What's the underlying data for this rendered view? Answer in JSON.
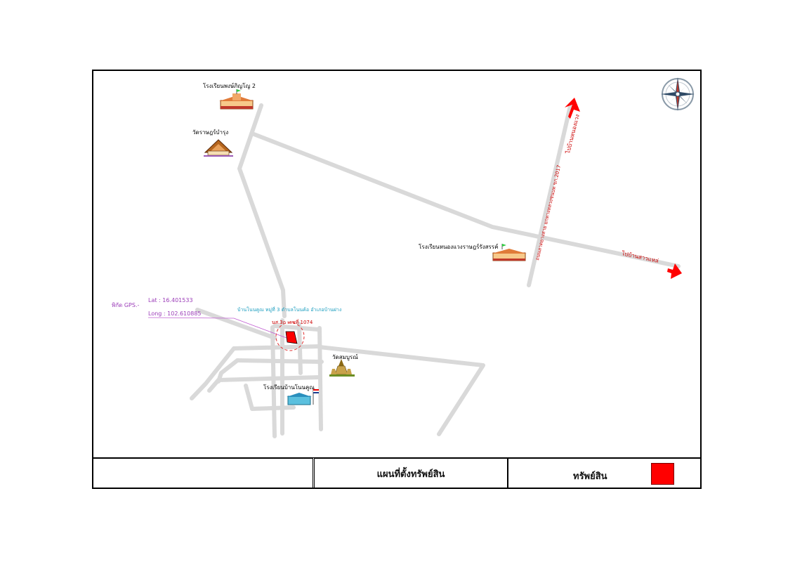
{
  "map": {
    "labels": {
      "school_pongpanya": "โรงเรียนพงษ์ภิญโญ 2",
      "wat_ratbamrung": "วัดราษฎร์บำรุง",
      "school_nongwaeng": "โรงเรียนหนองแวงราษฎร์รังสรรค์",
      "wat_somboon": "วัดสมบูรณ์",
      "school_bannonkhun": "โรงเรียนบ้านโนนคูณ",
      "road_north": "ไปบ้านหนองแวง",
      "road_east": "ไปบ้านสาวแหล่",
      "road_highway": "ถนนลาดยางสาย ยกทางหลวงชนบท ขก.2017",
      "road_1074": "นส.3ก เลขที่ 1074",
      "village": "บ้านโนนคูณ หมู่ที่ 3 ตำบลโนนค้อ อำเภอบ้านฝาง"
    },
    "gps": {
      "title": "พิกัด GPS.-",
      "lat_label": "Lat   :  16.401533",
      "long_label": "Long : 102.610885"
    }
  },
  "legend": {
    "title": "แผนที่ตั้งทรัพย์สิน",
    "asset_label": "ทรัพย์สิน",
    "asset_color": "#ff0000"
  },
  "icons": [
    "school-icon",
    "temple-icon",
    "compass-rose-icon",
    "arrow-icon",
    "asset-marker-icon"
  ]
}
